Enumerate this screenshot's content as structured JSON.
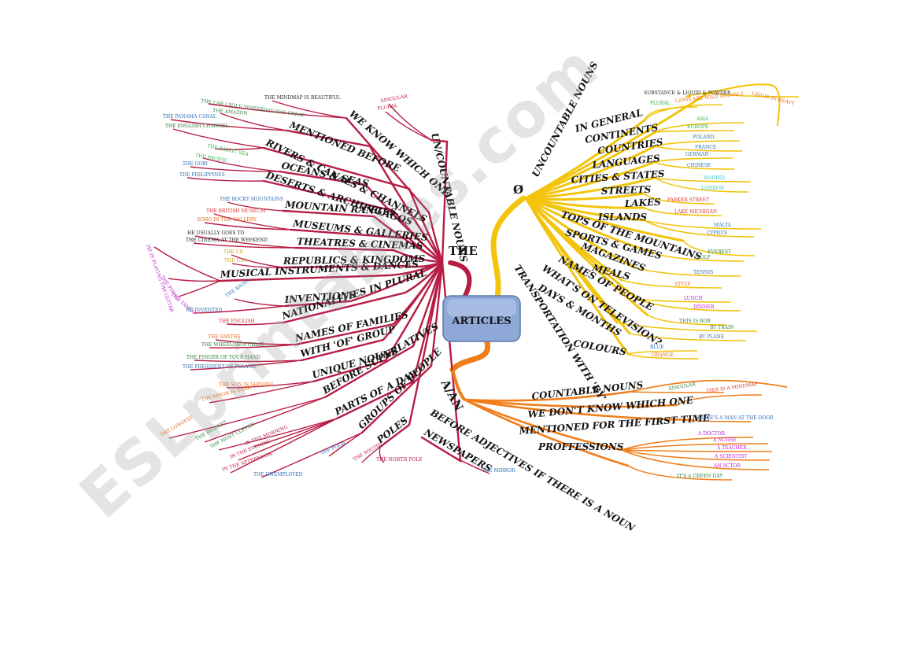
{
  "watermark": "ESLprintables.com",
  "center": {
    "label": "ARTICLES",
    "fill": "#8ea9d8"
  },
  "colors": {
    "the": "#b81c45",
    "zero": "#f2c40c",
    "aan": "#f07d1a"
  },
  "branches": {
    "the": {
      "label": "THE"
    },
    "zero": {
      "label": "Ø"
    },
    "aan": {
      "label": "A/AN"
    }
  },
  "the_categories": [
    {
      "label": "UN/COUNTABLE NOUNS",
      "subs": [
        {
          "t": "SINGULAR",
          "c": "#b81c45"
        },
        {
          "t": "PLURAL",
          "c": "#b81c45"
        }
      ]
    },
    {
      "label": "WE KNOW WHICH ONE",
      "subs": [
        {
          "t": "THE MINDMAP IS BEAUTIFUL",
          "c": "#222222"
        },
        {
          "t": "THE CAR I SOLD YESTERDAY WAS GREAT",
          "c": "#2f7f3a"
        }
      ]
    },
    {
      "label": "MENTIONED BEFORE",
      "subs": [
        {
          "t": "THE AMAZON",
          "c": "#2f7f3a"
        },
        {
          "t": "THE PANAMA CANAL",
          "c": "#2f6fb0"
        }
      ]
    },
    {
      "label": "RIVERS & CANALS & CHANNELS",
      "subs": [
        {
          "t": "THE ENGLISH CHANNEL",
          "c": "#2f7f3a"
        },
        {
          "t": "THE BALTIC SEA",
          "c": "#2fae4a"
        }
      ]
    },
    {
      "label": "OCEANS & SEAS",
      "subs": [
        {
          "t": "THE PACIFIC",
          "c": "#2fae4a"
        },
        {
          "t": "THE GOBI",
          "c": "#2f6fb0"
        }
      ]
    },
    {
      "label": "DESERTS & ARCHIPELAGOS",
      "subs": [
        {
          "t": "THE PHILIPPINES",
          "c": "#2f6fb0"
        }
      ]
    },
    {
      "label": "MOUNTAIN RANGES",
      "subs": [
        {
          "t": "THE ROCKY MOUNTAINS",
          "c": "#2f6fb0"
        }
      ]
    },
    {
      "label": "MUSEUMS & GALLERIES",
      "subs": [
        {
          "t": "THE BRITISH MUSEUM",
          "c": "#d9342b"
        },
        {
          "t": "SOHO IN THE GALLERY",
          "c": "#e36a1a"
        }
      ]
    },
    {
      "label": "THEATRES & CINEMAS",
      "subs": [
        {
          "t": "HE USUALLY GOES TO",
          "c": "#222222"
        },
        {
          "t": "THE CINEMA AT THE WEEKEND",
          "c": "#222222"
        }
      ]
    },
    {
      "label": "REPUBLICS & KINGDOMS",
      "subs": [
        {
          "t": "THE UK",
          "c": "#c9a12a"
        },
        {
          "t": "THE USA",
          "c": "#c9a12a"
        }
      ]
    },
    {
      "label": "MUSICAL INSTRUMENTS & DANCES",
      "subs": [
        {
          "t": "HE IS PLAYING THE GUITAR",
          "c": "#c01fd0"
        },
        {
          "t": "THE PIANO",
          "c": "#c01fd0"
        },
        {
          "t": "THE TANGO",
          "c": "#c01fd0"
        }
      ]
    },
    {
      "label": "INVENTIONS",
      "subs": [
        {
          "t": "THE RADIO",
          "c": "#2f6fb0"
        },
        {
          "t": "HE INVENTED",
          "c": "#2f6fb0"
        }
      ]
    },
    {
      "label": "NATIONALITIES IN PLURAL",
      "subs": [
        {
          "t": "THE ENGLISH",
          "c": "#d9342b"
        }
      ]
    },
    {
      "label": "NAMES OF FAMILIES",
      "subs": [
        {
          "t": "THE SMITHS",
          "c": "#e36a1a"
        },
        {
          "t": "THE WHEEL OF A CHAIR",
          "c": "#2f7f3a"
        }
      ]
    },
    {
      "label": "WITH 'OF' GROUP",
      "subs": [
        {
          "t": "THE FINGER OF YOUR HAND",
          "c": "#2f7f3a"
        },
        {
          "t": "THE PRESIDENT OF POLAND",
          "c": "#2f6fb0"
        }
      ]
    },
    {
      "label": "UNIQUE NOUNS",
      "subs": [
        {
          "t": "THE SUN IS SHINING",
          "c": "#e36a1a"
        },
        {
          "t": "THE MOON IS DARK",
          "c": "#e36a1a"
        }
      ]
    },
    {
      "label": "BEFORE SUPERLATIVES",
      "subs": [
        {
          "t": "THE LONGEST",
          "c": "#e36a1a"
        },
        {
          "t": "THE BIGGEST",
          "c": "#2f7f3a"
        }
      ]
    },
    {
      "label": "PARTS OF A DAY",
      "subs": [
        {
          "t": "THE MOST CLEVER",
          "c": "#2f7f3a"
        },
        {
          "t": "IN THE MORNING",
          "c": "#b81c45"
        },
        {
          "t": "IN THE EVENING",
          "c": "#b81c45"
        },
        {
          "t": "IN THE AFTERNOON",
          "c": "#b81c45"
        }
      ]
    },
    {
      "label": "GROUPS OF PEOPLE",
      "subs": [
        {
          "t": "THE POOR",
          "c": "#2f6fb0"
        },
        {
          "t": "THE UNEMPLOYED",
          "c": "#2f6fb0"
        }
      ]
    },
    {
      "label": "POLES",
      "subs": [
        {
          "t": "THE SOUTH",
          "c": "#b81c45"
        },
        {
          "t": "THE NORTH POLE",
          "c": "#b81c45"
        }
      ]
    },
    {
      "label": "NEWSPAPERS",
      "subs": [
        {
          "t": "THE MIRROR",
          "c": "#2f6fb0"
        }
      ]
    }
  ],
  "zero_categories": [
    {
      "label": "UNCOUNTABLE NOUNS",
      "subs": [
        {
          "t": "SUBSTANCE & LIQUID & POWDER",
          "c": "#222222"
        },
        {
          "t": "LIQUID IS HEAVY",
          "c": "#e36a1a"
        }
      ]
    },
    {
      "label": "IN GENERAL",
      "subs": [
        {
          "t": "PLURAL",
          "c": "#2fae4a"
        },
        {
          "t": "LIONS ARE WILD ANIMALS",
          "c": "#e36a1a"
        }
      ]
    },
    {
      "label": "CONTINENTS",
      "subs": [
        {
          "t": "ASIA",
          "c": "#2fae4a"
        },
        {
          "t": "EUROPE",
          "c": "#2fae4a"
        }
      ]
    },
    {
      "label": "COUNTRIES",
      "subs": [
        {
          "t": "POLAND",
          "c": "#2f6fb0"
        },
        {
          "t": "FRANCE",
          "c": "#2f6fb0"
        }
      ]
    },
    {
      "label": "LANGUAGES",
      "subs": [
        {
          "t": "GERMAN",
          "c": "#2f6fb0"
        },
        {
          "t": "CHINESE",
          "c": "#2f6fb0"
        }
      ]
    },
    {
      "label": "CITIES & STATES",
      "subs": [
        {
          "t": "MADRID",
          "c": "#2fc6d8"
        },
        {
          "t": "LONDON",
          "c": "#2fc6d8"
        }
      ]
    },
    {
      "label": "STREETS",
      "subs": [
        {
          "t": "PARKER STREET",
          "c": "#d9342b"
        }
      ]
    },
    {
      "label": "LAKES",
      "subs": [
        {
          "t": "LAKE MICHIGAN",
          "c": "#d9342b"
        }
      ]
    },
    {
      "label": "ISLANDS",
      "subs": [
        {
          "t": "MALTA",
          "c": "#2f6fb0"
        },
        {
          "t": "CYPRUS",
          "c": "#2f6fb0"
        }
      ]
    },
    {
      "label": "TOPS OF THE MOUNTAINS",
      "subs": [
        {
          "t": "EVEREST",
          "c": "#2f7f3a"
        }
      ]
    },
    {
      "label": "SPORTS & GAMES",
      "subs": [
        {
          "t": "GOLF",
          "c": "#2f7f3a"
        }
      ]
    },
    {
      "label": "MAGAZINES",
      "subs": [
        {
          "t": "TENNIS",
          "c": "#2f6fb0"
        }
      ]
    },
    {
      "label": "MEALS",
      "subs": [
        {
          "t": "STYLE",
          "c": "#e36a1a"
        }
      ]
    },
    {
      "label": "NAMES OF PEOPLE",
      "subs": [
        {
          "t": "LUNCH",
          "c": "#c01fd0"
        },
        {
          "t": "DINNER",
          "c": "#c01fd0"
        }
      ]
    },
    {
      "label": "WHAT'S ON TELEVISION?",
      "subs": [
        {
          "t": "THIS IS BOB",
          "c": "#2f7f3a"
        }
      ]
    },
    {
      "label": "DAYS & MONTHS",
      "subs": [
        {
          "t": "BY TRAIN",
          "c": "#2f7f3a"
        }
      ]
    },
    {
      "label": "TRANSPORTATION WITH 'BY'",
      "subs": [
        {
          "t": "BY PLANE",
          "c": "#2f6fb0"
        }
      ]
    },
    {
      "label": "COLOURS",
      "subs": [
        {
          "t": "BLUE",
          "c": "#2f6fb0"
        },
        {
          "t": "ORANGE",
          "c": "#e36a1a"
        }
      ]
    }
  ],
  "aan_categories": [
    {
      "label": "COUNTABLE NOUNS",
      "subs": [
        {
          "t": "SINGULAR",
          "c": "#2f7f3a"
        }
      ]
    },
    {
      "label": "WE DON'T KNOW WHICH ONE",
      "subs": [
        {
          "t": "THIS IS A MINDMAP",
          "c": "#d9342b"
        }
      ]
    },
    {
      "label": "MENTIONED FOR THE FIRST TIME",
      "subs": [
        {
          "t": "THERE'S A MAN AT THE DOOR",
          "c": "#2f6fb0"
        }
      ]
    },
    {
      "label": "PROFFESSIONS",
      "subs": [
        {
          "t": "A DOCTOR",
          "c": "#c01fd0"
        },
        {
          "t": "A NURSE",
          "c": "#c01fd0"
        },
        {
          "t": "A TEACHER",
          "c": "#c01fd0"
        },
        {
          "t": "A SCIENTIST",
          "c": "#c01fd0"
        },
        {
          "t": "AN ACTOR",
          "c": "#c01fd0"
        }
      ]
    },
    {
      "label": "BEFORE ADJECTIVES IF THERE IS A NOUN",
      "subs": [
        {
          "t": "IT'S A GREEN DAY",
          "c": "#2f7f3a"
        }
      ]
    }
  ]
}
